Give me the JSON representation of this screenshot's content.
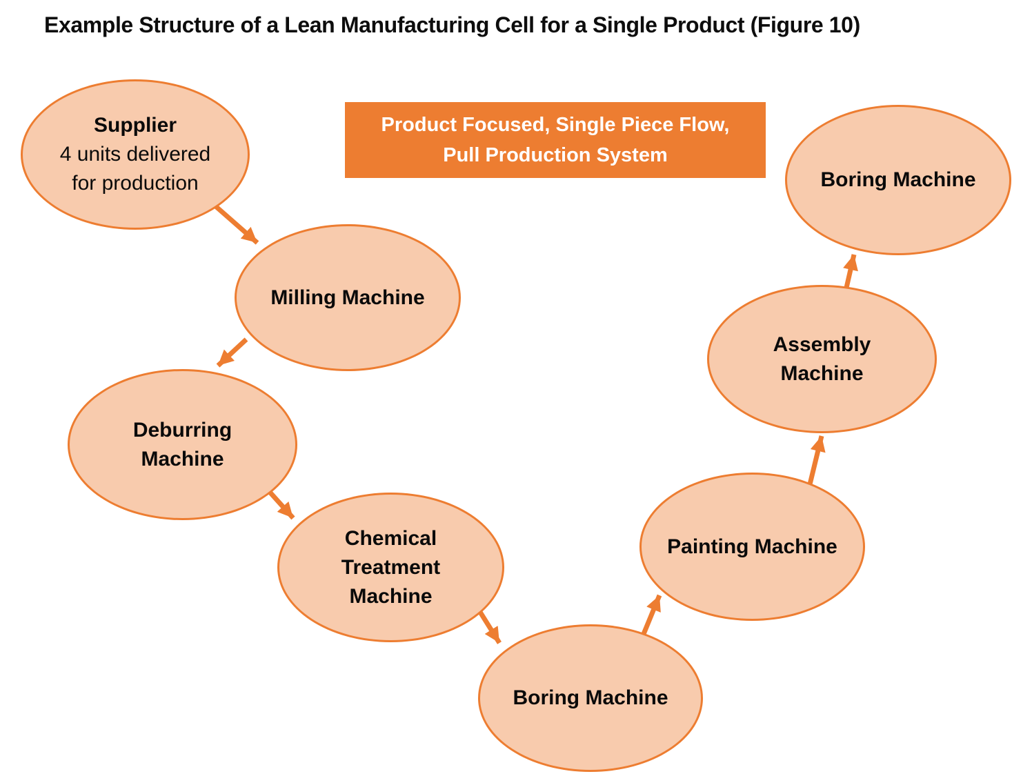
{
  "title": "Example Structure of a Lean Manufacturing Cell for a Single Product (Figure 10)",
  "banner": {
    "label": "Product Focused, Single Piece Flow,\nPull Production System"
  },
  "colors": {
    "node_fill": "#F8CBAD",
    "node_border": "#ED7D31",
    "arrow": "#ED7D31",
    "banner_bg": "#ED7D31",
    "banner_text": "#FFFFFF",
    "title_text": "#0D0D0D"
  },
  "nodes": [
    {
      "id": "supplier",
      "label": "Supplier",
      "sublabel": "4 units delivered\nfor production"
    },
    {
      "id": "milling-machine",
      "label": "Milling Machine"
    },
    {
      "id": "deburring-machine",
      "label": "Deburring\nMachine"
    },
    {
      "id": "chemical-treatment-machine",
      "label": "Chemical\nTreatment\nMachine"
    },
    {
      "id": "boring-machine-bottom",
      "label": "Boring Machine"
    },
    {
      "id": "painting-machine",
      "label": "Painting Machine"
    },
    {
      "id": "assembly-machine",
      "label": "Assembly\nMachine"
    },
    {
      "id": "boring-machine-top-right",
      "label": "Boring Machine"
    }
  ],
  "edges": [
    {
      "from": "supplier",
      "to": "milling-machine"
    },
    {
      "from": "milling-machine",
      "to": "deburring-machine"
    },
    {
      "from": "deburring-machine",
      "to": "chemical-treatment-machine"
    },
    {
      "from": "chemical-treatment-machine",
      "to": "boring-machine-bottom"
    },
    {
      "from": "boring-machine-bottom",
      "to": "painting-machine"
    },
    {
      "from": "painting-machine",
      "to": "assembly-machine"
    },
    {
      "from": "assembly-machine",
      "to": "boring-machine-top-right"
    }
  ]
}
